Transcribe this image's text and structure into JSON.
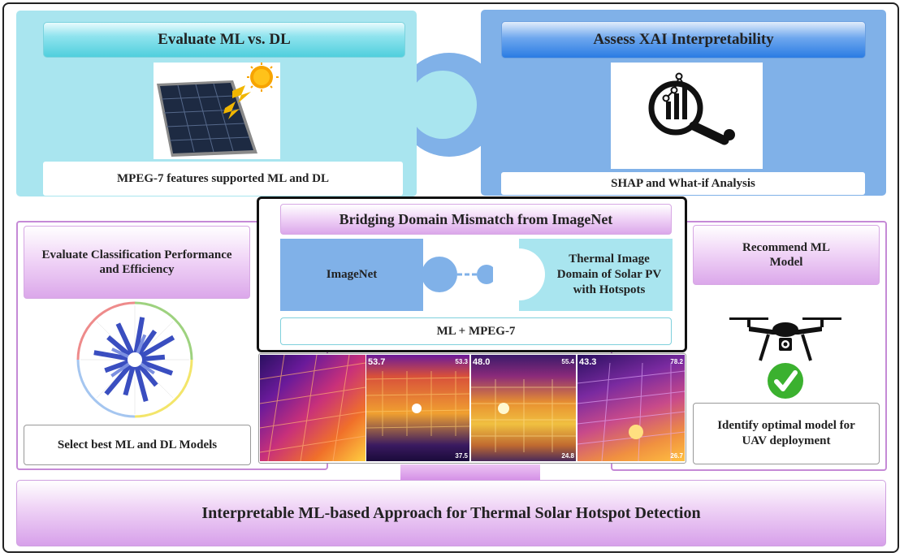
{
  "top_left": {
    "header": "Evaluate ML vs. DL",
    "caption": "MPEG-7 features supported ML and DL",
    "icon": "solar-panel-sun-icon"
  },
  "top_right": {
    "header": "Assess XAI Interpretability",
    "caption": "SHAP and What-if Analysis",
    "icon": "magnifier-chart-icon"
  },
  "center": {
    "title": "Bridging Domain Mismatch from ImageNet",
    "left_piece": "ImageNet",
    "right_piece": "Thermal Image Domain of Solar PV with Hotspots",
    "bottom": "ML + MPEG-7"
  },
  "left_panel": {
    "header": "Evaluate Classification Performance and Efficiency",
    "caption": "Select best ML and DL Models",
    "icon": "radial-bar-chart-icon"
  },
  "right_panel": {
    "header": "Recommend ML Model",
    "caption": "Identify optimal model for UAV deployment",
    "icons": [
      "drone-icon",
      "checkmark-icon"
    ]
  },
  "thermal_images": [
    {
      "temp": "",
      "scale_top": "",
      "scale_bottom": ""
    },
    {
      "temp": "53.7",
      "scale_top": "53.3",
      "scale_bottom": "37.5"
    },
    {
      "temp": "48.0",
      "scale_top": "55.4",
      "scale_bottom": "24.8"
    },
    {
      "temp": "43.3",
      "scale_top": "78.2",
      "scale_bottom": "26.7"
    }
  ],
  "banner": "Interpretable ML-based Approach for Thermal Solar Hotspot Detection",
  "colors": {
    "cyan_panel": "#a9e5ef",
    "blue_panel": "#80b1e8",
    "purple_accent": "#d7a0ea"
  }
}
